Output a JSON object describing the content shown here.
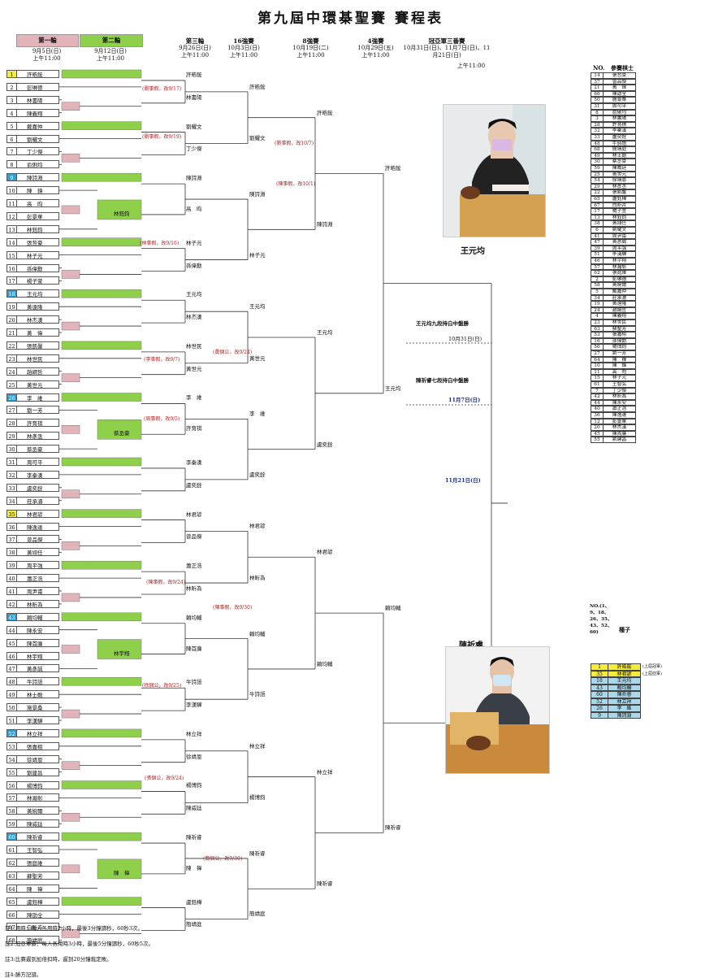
{
  "title": "第九屆中環棊聖賽 賽程表",
  "rounds": [
    {
      "name": "第一輪",
      "date": "9月5日(日)",
      "time": "上午11:00"
    },
    {
      "name": "第二輪",
      "date": "9月12日(日)",
      "time": "上午11:00"
    },
    {
      "name": "第三輪",
      "date": "9月26日(日)",
      "time": "上午11:00"
    },
    {
      "name": "16強賽",
      "date": "10月3日(日)",
      "time": "上午11:00"
    },
    {
      "name": "8強賽",
      "date": "10月19日(二)",
      "time": "上午11:00"
    },
    {
      "name": "4強賽",
      "date": "10月29日(五)",
      "time": "上午11:00"
    },
    {
      "name": "冠亞軍三番賽",
      "date": "10月31日(日)、11月7日(日)、11月21日(日)",
      "time": "上午11:00"
    }
  ],
  "players": [
    {
      "no": "1",
      "name": "許皓鋐",
      "tag": "y"
    },
    {
      "no": "2",
      "name": "彭琳德"
    },
    {
      "no": "3",
      "name": "林書陽"
    },
    {
      "no": "4",
      "name": "陳義翔"
    },
    {
      "no": "5",
      "name": "戴嘉仲"
    },
    {
      "no": "6",
      "name": "劉耀文"
    },
    {
      "no": "7",
      "name": "丁少傑"
    },
    {
      "no": "8",
      "name": "俞俐均"
    },
    {
      "no": "9",
      "name": "陳詩淵",
      "tag": "b"
    },
    {
      "no": "10",
      "name": "陳　鋒"
    },
    {
      "no": "11",
      "name": "高　昀"
    },
    {
      "no": "12",
      "name": "彭景華"
    },
    {
      "no": "13",
      "name": "林鈺鈞"
    },
    {
      "no": "14",
      "name": "張哲豪"
    },
    {
      "no": "15",
      "name": "林子元"
    },
    {
      "no": "16",
      "name": "孫偉勳"
    },
    {
      "no": "17",
      "name": "楊子萱"
    },
    {
      "no": "18",
      "name": "王元均",
      "tag": "b"
    },
    {
      "no": "19",
      "name": "黃遠隆"
    },
    {
      "no": "20",
      "name": "林杰漢"
    },
    {
      "no": "21",
      "name": "黃　偉"
    },
    {
      "no": "22",
      "name": "張凱馨"
    },
    {
      "no": "23",
      "name": "林世民"
    },
    {
      "no": "24",
      "name": "趙綱哲"
    },
    {
      "no": "25",
      "name": "黃世元"
    },
    {
      "no": "26",
      "name": "李　維",
      "tag": "b"
    },
    {
      "no": "27",
      "name": "劉一芳"
    },
    {
      "no": "28",
      "name": "許育祺"
    },
    {
      "no": "29",
      "name": "林彥丞"
    },
    {
      "no": "30",
      "name": "蔡丞豪"
    },
    {
      "no": "31",
      "name": "周可平"
    },
    {
      "no": "32",
      "name": "李秦漢"
    },
    {
      "no": "33",
      "name": "盧奕銓"
    },
    {
      "no": "34",
      "name": "莊承濬"
    },
    {
      "no": "35",
      "name": "林君諺",
      "tag": "y"
    },
    {
      "no": "36",
      "name": "陳逸達"
    },
    {
      "no": "37",
      "name": "曾品傑"
    },
    {
      "no": "38",
      "name": "黃翊任"
    },
    {
      "no": "39",
      "name": "周平強"
    },
    {
      "no": "40",
      "name": "蕭正浩"
    },
    {
      "no": "41",
      "name": "周尹甫"
    },
    {
      "no": "42",
      "name": "林昕為"
    },
    {
      "no": "43",
      "name": "賴均輔",
      "tag": "b"
    },
    {
      "no": "44",
      "name": "陳永安"
    },
    {
      "no": "45",
      "name": "陳首廉"
    },
    {
      "no": "46",
      "name": "林宇翔"
    },
    {
      "no": "47",
      "name": "黃彥誠"
    },
    {
      "no": "48",
      "name": "牛詩語"
    },
    {
      "no": "49",
      "name": "林士勛"
    },
    {
      "no": "50",
      "name": "施景桑"
    },
    {
      "no": "51",
      "name": "李漢驊"
    },
    {
      "no": "52",
      "name": "林立祥",
      "tag": "b"
    },
    {
      "no": "53",
      "name": "張嘉栩"
    },
    {
      "no": "54",
      "name": "徐靖恩"
    },
    {
      "no": "55",
      "name": "劉建昌"
    },
    {
      "no": "56",
      "name": "楊博鈞"
    },
    {
      "no": "57",
      "name": "林瀚彰"
    },
    {
      "no": "58",
      "name": "黃婉爾"
    },
    {
      "no": "59",
      "name": "陳威廷"
    },
    {
      "no": "60",
      "name": "陳祈睿",
      "tag": "b"
    },
    {
      "no": "61",
      "name": "王智弘"
    },
    {
      "no": "62",
      "name": "張庭維"
    },
    {
      "no": "63",
      "name": "蘇聖芳"
    },
    {
      "no": "64",
      "name": "陳　禕"
    },
    {
      "no": "65",
      "name": "盧鈺樺"
    },
    {
      "no": "66",
      "name": "陳劭全"
    },
    {
      "no": "67",
      "name": "白昕卉"
    },
    {
      "no": "68",
      "name": "簡靖庭"
    }
  ],
  "r2_winners": [
    "林鈺鈞",
    "蔡丞豪",
    "林宇翔",
    "陳　禕"
  ],
  "r3_winners": [
    "許皓鋐",
    "林書陽",
    "劉耀文",
    "丁少傑",
    "陳詩淵",
    "高　昀",
    "林子元",
    "孫偉勳",
    "王元均",
    "林杰漢",
    "林世民",
    "黃世元",
    "李　維",
    "許育祺",
    "李秦漢",
    "盧奕銓",
    "林君諺",
    "曾品傑",
    "蕭正浩",
    "林昕為",
    "賴均輔",
    "陳首廉",
    "牛詩語",
    "李漢驊",
    "林立祥",
    "徐靖恩",
    "楊博鈞",
    "陳威廷",
    "陳祈睿",
    "陳　禕",
    "盧鈺樺",
    "簡靖庭"
  ],
  "r16_winners": [
    "許皓鋐",
    "劉耀文",
    "陳詩淵",
    "林子元",
    "王元均",
    "黃世元",
    "李　維",
    "盧奕銓",
    "林君諺",
    "林昕為",
    "賴均輔",
    "牛詩語",
    "林立祥",
    "楊博鈞",
    "陳祈睿",
    "簡靖庭"
  ],
  "r8_winners": [
    "許皓鋐",
    "陳詩淵",
    "王元均",
    "盧奕銓",
    "林君諺",
    "賴均輔",
    "林立祥",
    "陳祈睿"
  ],
  "r4_winners": [
    "許皓鋐",
    "王元均",
    "賴均輔",
    "陳祈睿"
  ],
  "finalists": [
    "王元均",
    "陳祈睿"
  ],
  "notes": [
    {
      "text": "(劉事假，改9/17)"
    },
    {
      "text": "(劉事假，改9/19)"
    },
    {
      "text": "(林事假，改9/16)"
    },
    {
      "text": "(李事假，改9/7)"
    },
    {
      "text": "(周事假，改9/5)"
    },
    {
      "text": "(陳事假，改9/24)"
    },
    {
      "text": "(徐個公，改9/25)"
    },
    {
      "text": "(張個公，改9/24)"
    },
    {
      "text": "(簡個公，改9/30)"
    },
    {
      "text": "(黃個公，改9/24)"
    },
    {
      "text": "(陳事假，改9/30)"
    },
    {
      "text": "(劉事假，改10/7)"
    },
    {
      "text": "(陳事假，改10/1)"
    }
  ],
  "final_info": {
    "g1": "王元均九段持白中盤勝",
    "g1_date": "10月31日(日)",
    "g2": "陳祈睿七段持白中盤勝",
    "g2_date": "11月7日(日)",
    "g3_date": "11月21日(日)"
  },
  "seat_header": {
    "no": "NO.",
    "name": "參賽棋士"
  },
  "seat_list": [
    {
      "no": "14",
      "name": "張哲豪"
    },
    {
      "no": "37",
      "name": "曾品傑"
    },
    {
      "no": "21",
      "name": "黃　偉"
    },
    {
      "no": "66",
      "name": "陳劭全"
    },
    {
      "no": "50",
      "name": "施景桑"
    },
    {
      "no": "31",
      "name": "周可平"
    },
    {
      "no": "8",
      "name": "俞俐均"
    },
    {
      "no": "3",
      "name": "林書陽"
    },
    {
      "no": "28",
      "name": "許育祺"
    },
    {
      "no": "32",
      "name": "李秦漢"
    },
    {
      "no": "33",
      "name": "盧奕銓"
    },
    {
      "no": "48",
      "name": "牛詩語"
    },
    {
      "no": "68",
      "name": "簡靖庭"
    },
    {
      "no": "49",
      "name": "林士勛"
    },
    {
      "no": "30",
      "name": "蔡丞豪"
    },
    {
      "no": "59",
      "name": "陳威廷"
    },
    {
      "no": "25",
      "name": "黃世元"
    },
    {
      "no": "54",
      "name": "徐靖恩"
    },
    {
      "no": "29",
      "name": "林彥丞"
    },
    {
      "no": "22",
      "name": "張凱馨"
    },
    {
      "no": "65",
      "name": "盧鈺樺"
    },
    {
      "no": "67",
      "name": "白昕卉"
    },
    {
      "no": "17",
      "name": "楊子萱"
    },
    {
      "no": "13",
      "name": "林鈺鈞"
    },
    {
      "no": "38",
      "name": "黃翊任"
    },
    {
      "no": "6",
      "name": "劉耀文"
    },
    {
      "no": "41",
      "name": "周尹甫"
    },
    {
      "no": "47",
      "name": "黃彥誠"
    },
    {
      "no": "39",
      "name": "周平強"
    },
    {
      "no": "51",
      "name": "李漢驊"
    },
    {
      "no": "46",
      "name": "林宇翔"
    },
    {
      "no": "57",
      "name": "林瀚彰"
    },
    {
      "no": "62",
      "name": "張庭維"
    },
    {
      "no": "2",
      "name": "彭琳德"
    },
    {
      "no": "58",
      "name": "黃婉爾"
    },
    {
      "no": "5",
      "name": "戴嘉仲"
    },
    {
      "no": "34",
      "name": "莊承濬"
    },
    {
      "no": "19",
      "name": "黃遠隆"
    },
    {
      "no": "24",
      "name": "趙綱哲"
    },
    {
      "no": "4",
      "name": "陳義翔"
    },
    {
      "no": "23",
      "name": "林世民"
    },
    {
      "no": "63",
      "name": "蘇聖芳"
    },
    {
      "no": "53",
      "name": "張嘉栩"
    },
    {
      "no": "16",
      "name": "孫偉勳"
    },
    {
      "no": "56",
      "name": "楊博鈞"
    },
    {
      "no": "27",
      "name": "劉一芳"
    },
    {
      "no": "64",
      "name": "陳　禕"
    },
    {
      "no": "10",
      "name": "陳　鋒"
    },
    {
      "no": "11",
      "name": "高　昀"
    },
    {
      "no": "15",
      "name": "林子元"
    },
    {
      "no": "61",
      "name": "王智弘"
    },
    {
      "no": "7",
      "name": "丁少傑"
    },
    {
      "no": "42",
      "name": "林昕為"
    },
    {
      "no": "44",
      "name": "陳永安"
    },
    {
      "no": "40",
      "name": "蕭正浩"
    },
    {
      "no": "36",
      "name": "陳逸達"
    },
    {
      "no": "12",
      "name": "彭景華"
    },
    {
      "no": "20",
      "name": "林杰漢"
    },
    {
      "no": "45",
      "name": "陳首廉"
    },
    {
      "no": "55",
      "name": "劉建昌"
    }
  ],
  "seed_header": {
    "nos": "NO.(1、9、18、26、35、43、52、60)",
    "title": "種子"
  },
  "seed_list": [
    {
      "no": "1",
      "name": "許皓鋐",
      "tag": "y",
      "remark": "(上屆冠軍)"
    },
    {
      "no": "35",
      "name": "林君諺",
      "tag": "y",
      "remark": "(上屆亞軍)"
    },
    {
      "no": "18",
      "name": "王元均",
      "tag": "b"
    },
    {
      "no": "43",
      "name": "賴均輔",
      "tag": "b"
    },
    {
      "no": "60",
      "name": "陳祈睿",
      "tag": "b"
    },
    {
      "no": "52",
      "name": "林立祥",
      "tag": "b"
    },
    {
      "no": "26",
      "name": "李　維",
      "tag": "b"
    },
    {
      "no": "9",
      "name": "陳詩淵",
      "tag": "b"
    }
  ],
  "footnotes": [
    "註1:用時：每人各用時2小時，最後3分鐘讀秒，60秒3次。",
    "註2:冠亞軍賽：每人各用時3小時，最後5分鐘讀秒，60秒5次。",
    "註3:比賽遲到加倍扣時，遲到20分鐘裁定敗。",
    "註4:勝方記譜。"
  ],
  "colors": {
    "r1": "#e2b3b8",
    "r2": "#8ed04a",
    "yellow": "#f5ec3a",
    "blue": "#2f9fd4",
    "seedblue": "#a9d8ea",
    "note": "#b02020"
  }
}
